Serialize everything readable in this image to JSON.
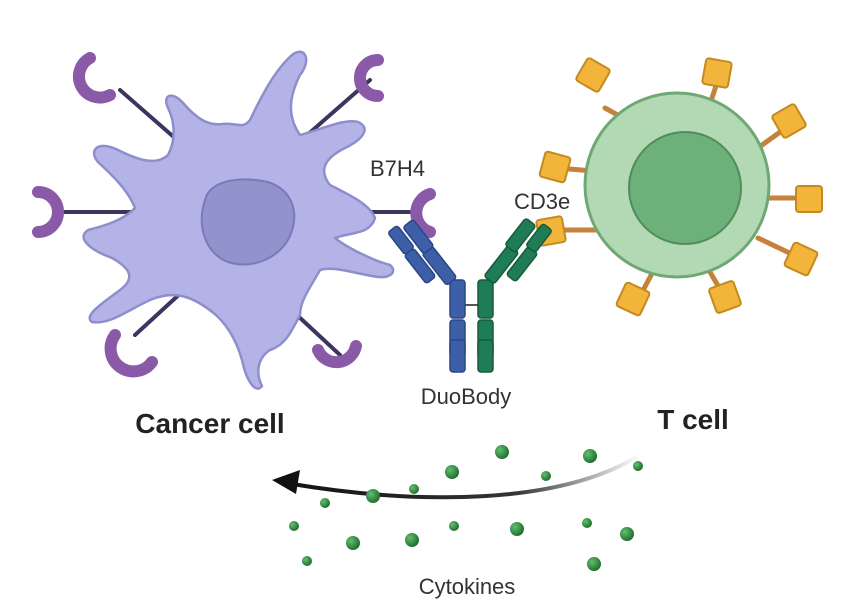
{
  "labels": {
    "receptor": "B7H4",
    "tcell_receptor": "CD3e",
    "antibody": "DuoBody",
    "cancer_cell": "Cancer cell",
    "t_cell": "T cell",
    "cytokines": "Cytokines"
  },
  "colors": {
    "cancer_body": "#b3b3e8",
    "cancer_outline": "#8e8ecc",
    "cancer_nucleus": "#9292cc",
    "receptor_purple": "#8a5aa8",
    "stalk": "#3b3560",
    "tcell_outer": "#b2d8b4",
    "tcell_outline": "#6ea873",
    "tcell_nucleus": "#6db07a",
    "cd3_orange": "#f2b43a",
    "cd3_stalk": "#c4823a",
    "antibody_blue": "#3d5fa8",
    "antibody_green": "#1f7d55",
    "cytokine_green": "#2f8a3e",
    "arrow": "#111111"
  },
  "icons": {
    "cancer_cell": "cancer-cell-icon",
    "t_cell": "t-cell-icon",
    "antibody": "bispecific-antibody-icon",
    "arrow": "curved-arrow-icon",
    "cytokine": "cytokine-dot-icon"
  }
}
